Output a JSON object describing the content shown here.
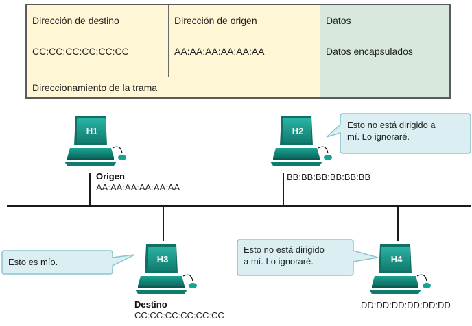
{
  "table": {
    "row1": {
      "dest": "Dirección de destino",
      "src": "Dirección de origen",
      "data": "Datos"
    },
    "row2": {
      "dest": "CC:CC:CC:CC:CC:CC",
      "src": "AA:AA:AA:AA:AA:AA",
      "data": "Datos encapsulados"
    },
    "row3": {
      "label": "Direccionamiento de la trama",
      "data": ""
    }
  },
  "hosts": {
    "h1": {
      "label": "H1",
      "role": "Origen",
      "mac": "AA:AA:AA:AA:AA:AA"
    },
    "h2": {
      "label": "H2",
      "mac": "BB:BB:BB:BB:BB:BB",
      "bubble": [
        "Esto no está dirigido a",
        "mí. Lo ignoraré."
      ]
    },
    "h3": {
      "label": "H3",
      "role": "Destino",
      "mac": "CC:CC:CC:CC:CC:CC",
      "bubble": [
        "Esto es mío."
      ]
    },
    "h4": {
      "label": "H4",
      "mac": "DD:DD:DD:DD:DD:DD",
      "bubble": [
        "Esto no está dirigido",
        "a mí. Lo ignoraré."
      ]
    }
  },
  "colors": {
    "cream": "#fff6d6",
    "green": "#d8e8dc",
    "computer": "#179a8c",
    "bubble_fill": "#dbeef2",
    "bubble_stroke": "#8cc3cf"
  }
}
